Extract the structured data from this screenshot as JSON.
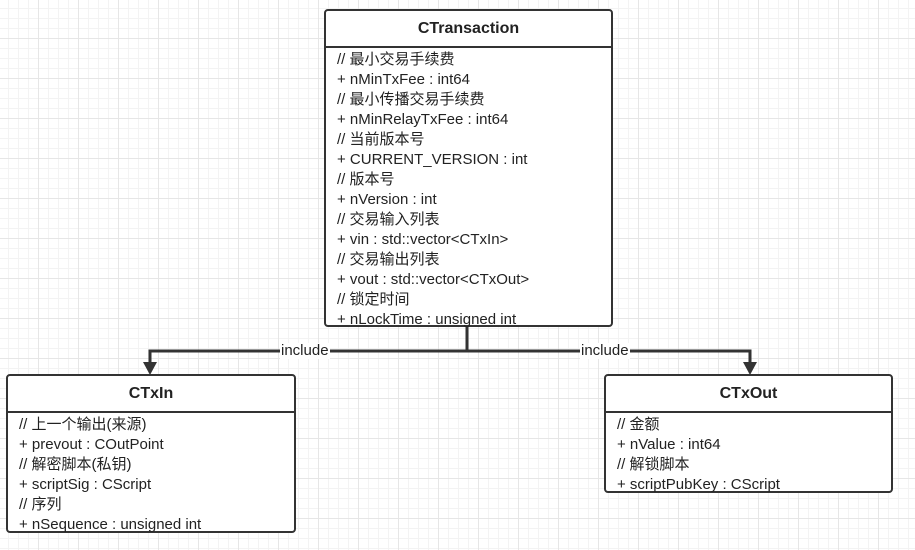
{
  "classes": {
    "transaction": {
      "name": "CTransaction",
      "lines": [
        "// 最小交易手续费",
        "+ nMinTxFee : int64",
        "// 最小传播交易手续费",
        "+ nMinRelayTxFee : int64",
        "// 当前版本号",
        "+ CURRENT_VERSION : int",
        "//  版本号",
        "+ nVersion : int",
        "// 交易输入列表",
        "+ vin : std::vector<CTxIn>",
        "// 交易输出列表",
        "+ vout : std::vector<CTxOut>",
        "// 锁定时间",
        "+ nLockTime : unsigned int"
      ]
    },
    "txin": {
      "name": "CTxIn",
      "lines": [
        "// 上一个输出(来源)",
        "+ prevout : COutPoint",
        "// 解密脚本(私钥)",
        "+ scriptSig : CScript",
        "// 序列",
        "+ nSequence : unsigned int"
      ]
    },
    "txout": {
      "name": "CTxOut",
      "lines": [
        "// 金额",
        "+ nValue : int64",
        "// 解锁脚本",
        "+ scriptPubKey : CScript"
      ]
    }
  },
  "edges": [
    {
      "from": "CTransaction",
      "to": "CTxIn",
      "label": "include"
    },
    {
      "from": "CTransaction",
      "to": "CTxOut",
      "label": "include"
    }
  ]
}
